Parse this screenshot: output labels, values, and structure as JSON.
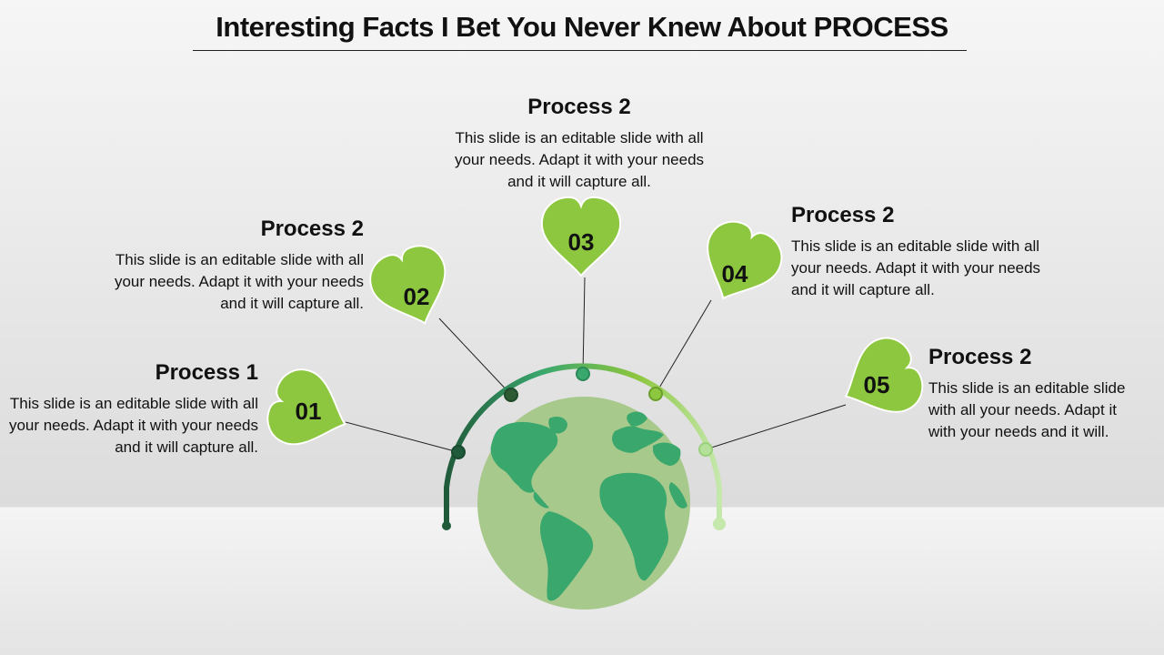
{
  "title": "Interesting Facts I Bet You Never Knew About PROCESS",
  "steps": [
    {
      "number": "01",
      "heading": "Process 1",
      "text": "This slide is an editable slide with all your needs. Adapt it with your needs and it will capture all."
    },
    {
      "number": "02",
      "heading": "Process 2",
      "text": "This slide is an editable slide with all your needs. Adapt it with your needs and it will capture all."
    },
    {
      "number": "03",
      "heading": "Process 2",
      "text": "This slide is an editable slide with all your needs. Adapt it with your needs and it will capture all."
    },
    {
      "number": "04",
      "heading": "Process 2",
      "text": "This slide is an editable slide with all your needs. Adapt it with your needs and it will capture all."
    },
    {
      "number": "05",
      "heading": "Process 2",
      "text": "This slide is an editable slide with all your needs. Adapt it with your needs and it will."
    }
  ],
  "colors": {
    "leaf": "#8dc63f",
    "globe_ocean": "#a8c98c",
    "globe_land": "#3aa76d",
    "arc_dark": "#1f5a3a",
    "arc_mid": "#3aa76d",
    "arc_light": "#b5e09a"
  },
  "icons": [
    "globe-icon",
    "leaf-icon"
  ]
}
